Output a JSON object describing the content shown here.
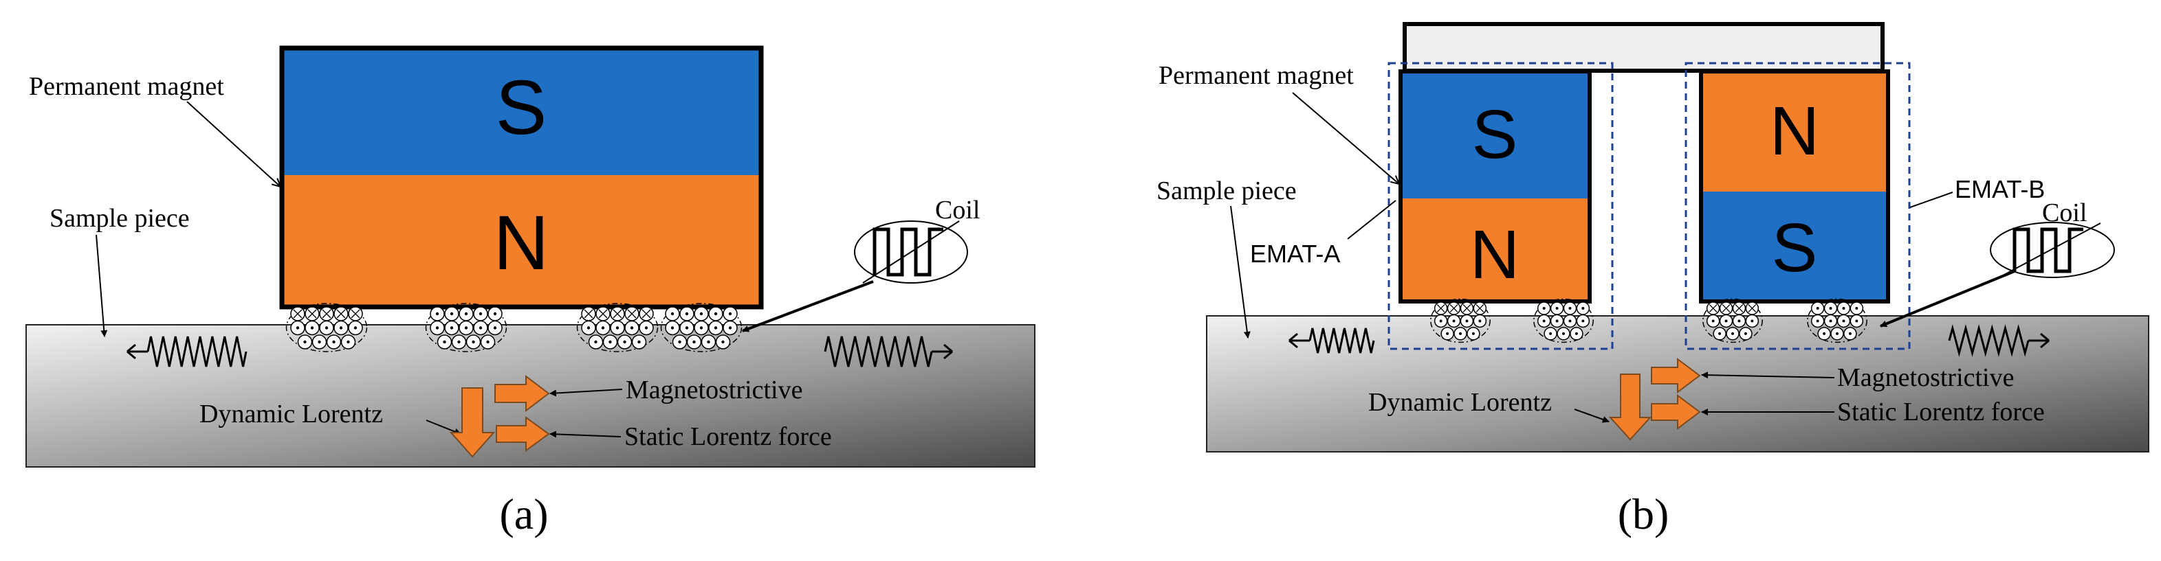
{
  "panel_a": {
    "caption": "(a)",
    "magnet_top_pole": "S",
    "magnet_bottom_pole": "N",
    "label_permanent_magnet": "Permanent magnet",
    "label_sample_piece": "Sample piece",
    "label_coil": "Coil",
    "label_magnetostrictive": "Magnetostrictive",
    "label_dynamic_lorentz": "Dynamic Lorentz",
    "label_static_lorentz": "Static Lorentz force"
  },
  "panel_b": {
    "caption": "(b)",
    "magnet_a_top_pole": "S",
    "magnet_a_bottom_pole": "N",
    "magnet_b_top_pole": "N",
    "magnet_b_bottom_pole": "S",
    "label_permanent_magnet": "Permanent magnet",
    "label_sample_piece": "Sample piece",
    "label_emat_a": "EMAT-A",
    "label_emat_b": "EMAT-B",
    "label_coil": "Coil",
    "label_magnetostrictive": "Magnetostrictive",
    "label_dynamic_lorentz": "Dynamic Lorentz",
    "label_static_lorentz": "Static Lorentz force"
  },
  "colors": {
    "pole_blue": "#1f6fc4",
    "pole_orange": "#f47f2a",
    "arrow_orange": "#f47f2a",
    "emat_box": "#1f3f8f"
  }
}
